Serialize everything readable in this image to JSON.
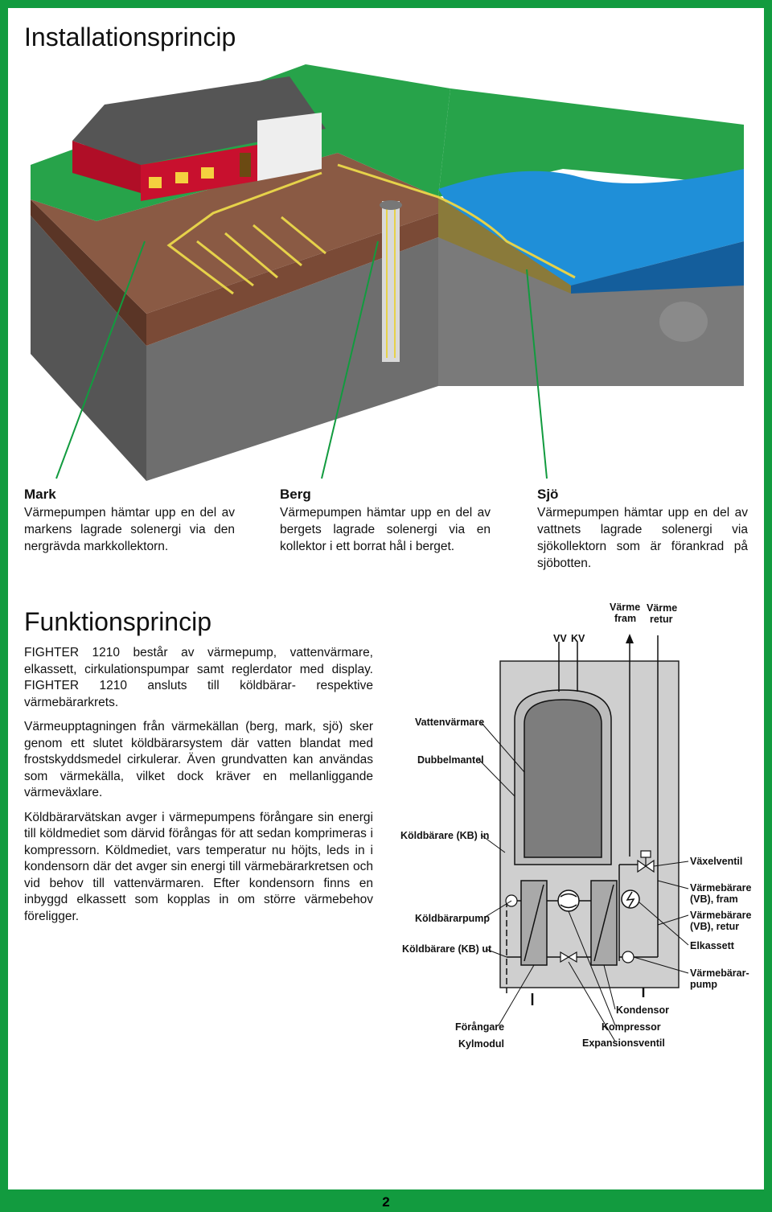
{
  "page": {
    "title": "Installationsprincip",
    "page_number": "2"
  },
  "sources": [
    {
      "heading": "Mark",
      "text": "Värmepumpen hämtar upp en del av markens lagrade solenergi via den nergrävda markkollektorn."
    },
    {
      "heading": "Berg",
      "text": "Värmepumpen hämtar upp en del av bergets lagrade solenergi via en kollektor i ett borrat hål i berget."
    },
    {
      "heading": "Sjö",
      "text": "Värmepumpen hämtar upp en del av vattnets lagrade solenergi via sjökollektorn som är förankrad på sjöbotten."
    }
  ],
  "function": {
    "title": "Funktionsprincip",
    "paragraphs": [
      "FIGHTER 1210 består av värmepump, vattenvärmare, elkassett, cirkulationspumpar samt reglerdator med display. FIGHTER 1210 ansluts till köldbärar- respektive värmebärarkrets.",
      "Värmeupptagningen från värmekällan (berg, mark, sjö) sker genom ett slutet köldbärarsystem där vatten blandat med frostskyddsmedel cirkulerar. Även grundvatten kan användas som värmekälla, vilket dock kräver en mellanliggande värmeväxlare.",
      "Köldbärarvätskan avger i värmepumpens förångare sin energi till köldmediet som därvid förångas för att sedan komprimeras i kompressorn. Köldmediet, vars temperatur nu höjts, leds in i kondensorn där det avger sin energi till värmebärarkretsen och vid behov till vattenvärmaren. Efter kondensorn finns en inbyggd elkassett som kopplas in om större värmebehov föreligger."
    ]
  },
  "schematic_labels": {
    "varme_fram_1": "Värme",
    "varme_fram_2": "fram",
    "varme_retur_1": "Värme",
    "varme_retur_2": "retur",
    "vv": "VV",
    "kv": "KV",
    "vattenvarmare": "Vattenvärmare",
    "dubbelmantel": "Dubbelmantel",
    "kb_in": "Köldbärare (KB) in",
    "koldbararpump": "Köldbärarpump",
    "kb_ut": "Köldbärare (KB) ut",
    "vaxelventil": "Växelventil",
    "vb_fram_1": "Värmebärare",
    "vb_fram_2": "(VB), fram",
    "vb_retur_1": "Värmebärare",
    "vb_retur_2": "(VB), retur",
    "elkassett": "Elkassett",
    "varmebararpump_1": "Värmebärar-",
    "varmebararpump_2": "pump",
    "kondensor": "Kondensor",
    "kompressor": "Kompressor",
    "expansionsventil": "Expansionsventil",
    "forangare": "Förångare",
    "kylmodul": "Kylmodul"
  },
  "colors": {
    "frame_green": "#129b3f",
    "grass": "#27a34a",
    "soil": "#7a4a36",
    "rock": "#6b6b6b",
    "water": "#1f8fd8",
    "house_red": "#c8102e",
    "roof": "#555555",
    "module_grey": "#cfcfcf",
    "tank_grey": "#7d7d7d"
  }
}
